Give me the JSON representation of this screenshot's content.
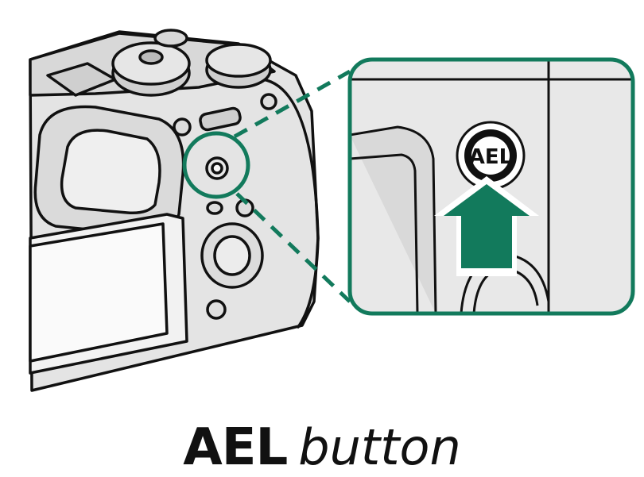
{
  "callout": {
    "button_label": "AEL"
  },
  "caption": {
    "name": "AEL",
    "word": "button"
  },
  "colors": {
    "accent": "#127a5c",
    "outline": "#111111",
    "body_gray": "#e6e6e6",
    "zoom_bg": "#e8e8e8"
  },
  "icons": [
    "camera-illustration",
    "zoom-circle",
    "push-arrow"
  ]
}
